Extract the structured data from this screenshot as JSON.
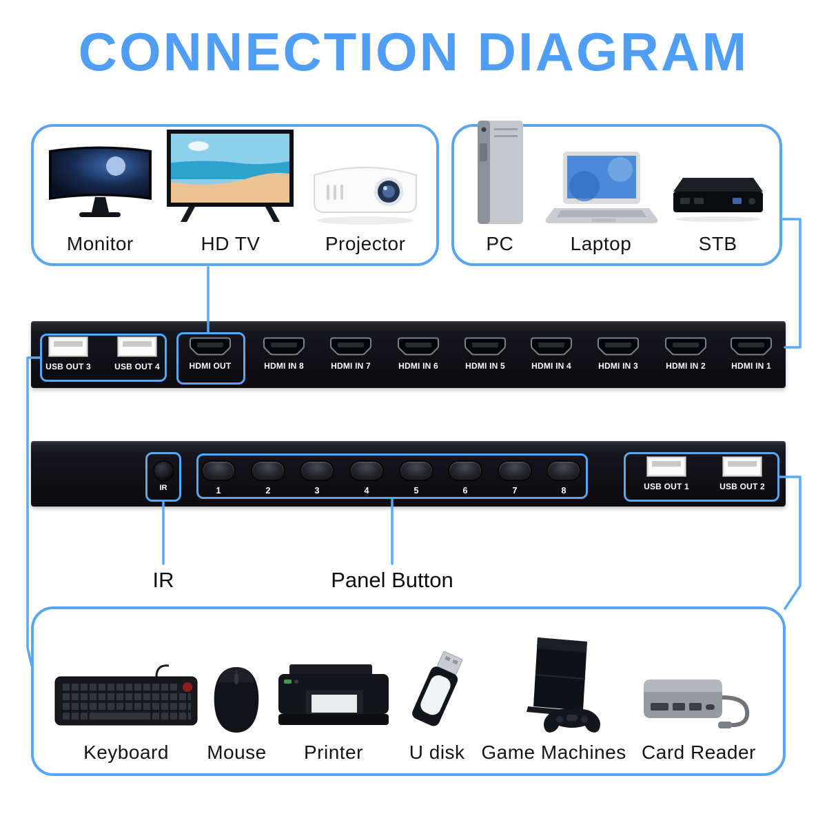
{
  "title": "CONNECTION DIAGRAM",
  "colors": {
    "accent": "#59a7f5",
    "title_blue": "#4f9ef3",
    "panel_black": "#101016"
  },
  "display_box": {
    "items": [
      {
        "label": "Monitor",
        "icon": "monitor-icon"
      },
      {
        "label": "HD TV",
        "icon": "tv-icon"
      },
      {
        "label": "Projector",
        "icon": "projector-icon"
      }
    ]
  },
  "source_box": {
    "items": [
      {
        "label": "PC",
        "icon": "pc-tower-icon"
      },
      {
        "label": "Laptop",
        "icon": "laptop-icon"
      },
      {
        "label": "STB",
        "icon": "stb-icon"
      }
    ]
  },
  "rear_panel": {
    "usb_out_3": "USB OUT 3",
    "usb_out_4": "USB OUT 4",
    "hdmi_out": "HDMI OUT",
    "hdmi_in": [
      "HDMI IN 8",
      "HDMI IN 7",
      "HDMI IN 6",
      "HDMI IN 5",
      "HDMI IN 4",
      "HDMI IN 3",
      "HDMI IN 2",
      "HDMI IN 1"
    ]
  },
  "front_panel": {
    "ir_label": "IR",
    "buttons": [
      "1",
      "2",
      "3",
      "4",
      "5",
      "6",
      "7",
      "8"
    ],
    "usb_out_1": "USB OUT 1",
    "usb_out_2": "USB OUT 2"
  },
  "callouts": {
    "ir": "IR",
    "panel_button": "Panel Button"
  },
  "peripheral_box": {
    "items": [
      {
        "label": "Keyboard",
        "icon": "keyboard-icon"
      },
      {
        "label": "Mouse",
        "icon": "mouse-icon"
      },
      {
        "label": "Printer",
        "icon": "printer-icon"
      },
      {
        "label": "U disk",
        "icon": "usb-drive-icon"
      },
      {
        "label": "Game Machines",
        "icon": "game-console-icon"
      },
      {
        "label": "Card Reader",
        "icon": "card-reader-icon"
      }
    ]
  }
}
